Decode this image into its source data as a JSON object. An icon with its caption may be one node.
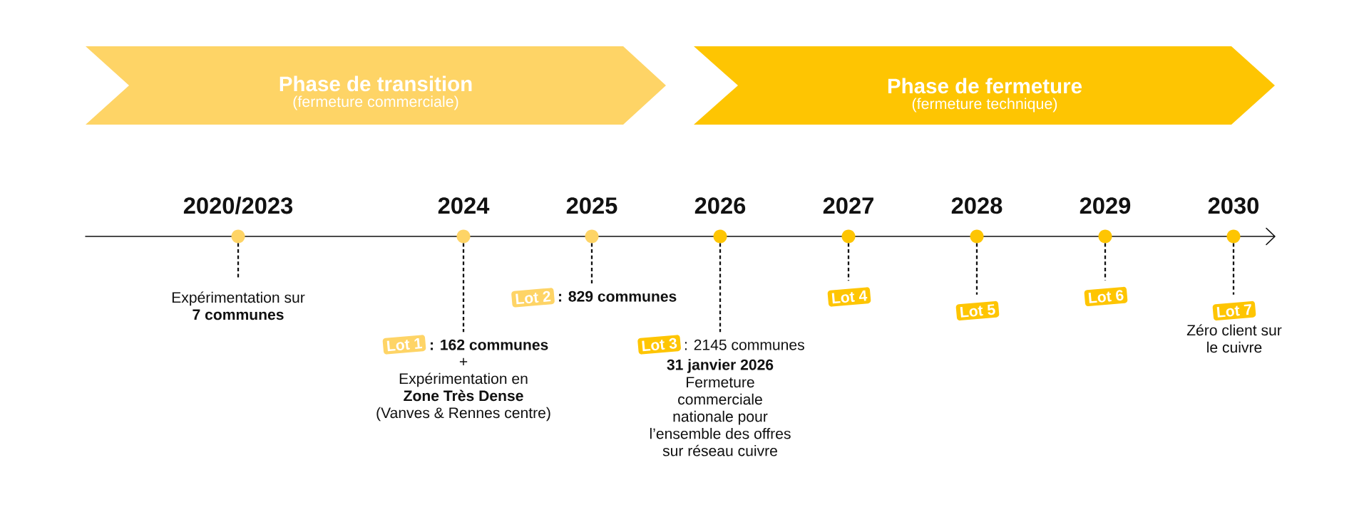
{
  "diagram": {
    "nodes": [
      {
        "text": [
          "Phase de transition",
          "(fermeture commerciale)"
        ]
      },
      {
        "text": [
          "Phase de fermeture",
          "(fermeture technique)"
        ]
      },
      {
        "text": [],
        "shape": "circle",
        "beside": [
          "2020/2023"
        ]
      },
      {
        "text": [],
        "shape": "circle",
        "beside": [
          "2024"
        ]
      },
      {
        "text": [],
        "shape": "circle",
        "beside": [
          "2025"
        ]
      },
      {
        "text": [],
        "shape": "circle",
        "beside": [
          "2026"
        ]
      },
      {
        "text": [],
        "shape": "circle",
        "beside": [
          "2027"
        ]
      },
      {
        "text": [],
        "shape": "circle",
        "beside": [
          "2028"
        ]
      },
      {
        "text": [],
        "shape": "circle",
        "beside": [
          "2029"
        ]
      },
      {
        "text": [],
        "shape": "circle",
        "beside": [
          "2030"
        ]
      },
      {
        "text": [
          "Expérimentation sur **7 communes**"
        ]
      },
      {
        "text": [
          "Lot 1"
        ]
      },
      {
        "text": [
          ": 162 communes",
          "+",
          "Expérimentation en **Zone Très Dense**",
          "(Vanves & Rennes centre)"
        ]
      },
      {
        "text": [
          "Lot 2"
        ]
      },
      {
        "text": [
          ": 829 communes"
        ]
      },
      {
        "text": [
          "Lot 3"
        ]
      },
      {
        "text": [
          ": 2145 communes",
          "31 janvier 2026",
          "Fermeture commerciale nationale pour l’ensemble des offres sur réseau cuivre"
        ]
      },
      {
        "text": [
          "Lot 4"
        ]
      },
      {
        "text": [
          "Lot 5"
        ]
      },
      {
        "text": [
          "Lot 6"
        ]
      },
      {
        "text": [
          "Lot 7"
        ],
        "beside": [
          "Zéro client sur le cuivre"
        ]
      }
    ],
    "edges": [
      {
        "from": 2,
        "to": 10,
        "arrow": "none",
        "style": "dashed"
      },
      {
        "from": 3,
        "to": 12,
        "arrow": "none",
        "style": "dashed"
      },
      {
        "from": 4,
        "to": 14,
        "arrow": "none",
        "style": "dashed"
      },
      {
        "from": 5,
        "to": 16,
        "arrow": "none",
        "style": "dashed"
      },
      {
        "from": 6,
        "to": 17,
        "arrow": "none",
        "style": "dashed"
      },
      {
        "from": 7,
        "to": 18,
        "arrow": "none",
        "style": "dashed"
      },
      {
        "from": 8,
        "to": 19,
        "arrow": "none",
        "style": "dashed"
      },
      {
        "from": 9,
        "to": 20,
        "arrow": "none",
        "style": "dashed"
      }
    ]
  }
}
